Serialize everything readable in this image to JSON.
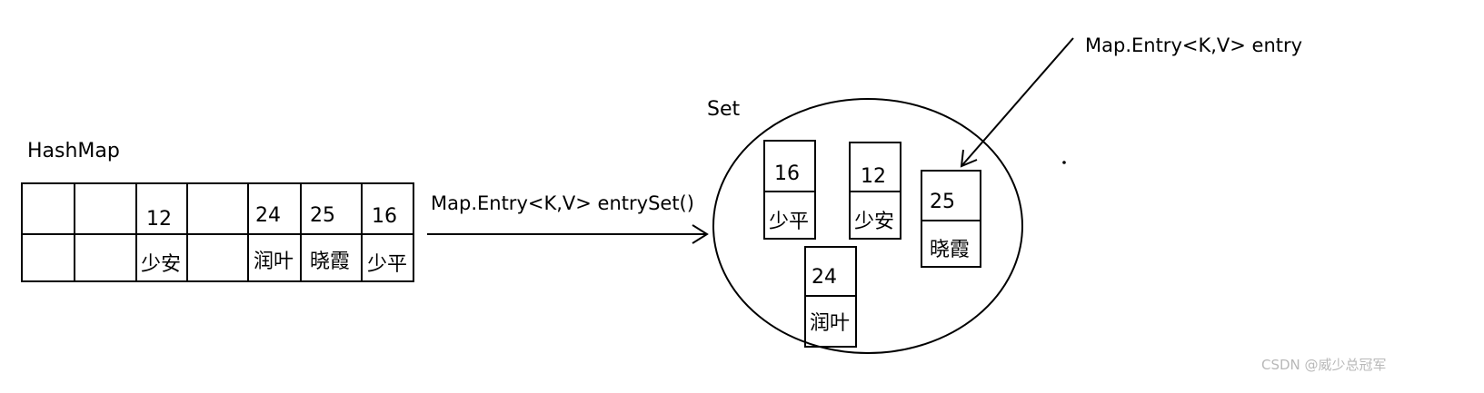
{
  "hashmap": {
    "label": "HashMap",
    "cells": [
      {
        "key": "",
        "value": ""
      },
      {
        "key": "",
        "value": ""
      },
      {
        "key": "12",
        "value": "少安"
      },
      {
        "key": "",
        "value": ""
      },
      {
        "key": "24",
        "value": "润叶"
      },
      {
        "key": "25",
        "value": "晓霞"
      },
      {
        "key": "16",
        "value": "少平"
      }
    ]
  },
  "arrow_label": "Map.Entry<K,V> entrySet()",
  "set": {
    "label": "Set",
    "entries": [
      {
        "key": "16",
        "value": "少平"
      },
      {
        "key": "12",
        "value": "少安"
      },
      {
        "key": "25",
        "value": "晓霞"
      },
      {
        "key": "24",
        "value": "润叶"
      }
    ]
  },
  "entry_label": "Map.Entry<K,V> entry",
  "watermark": "CSDN @威少总冠军"
}
